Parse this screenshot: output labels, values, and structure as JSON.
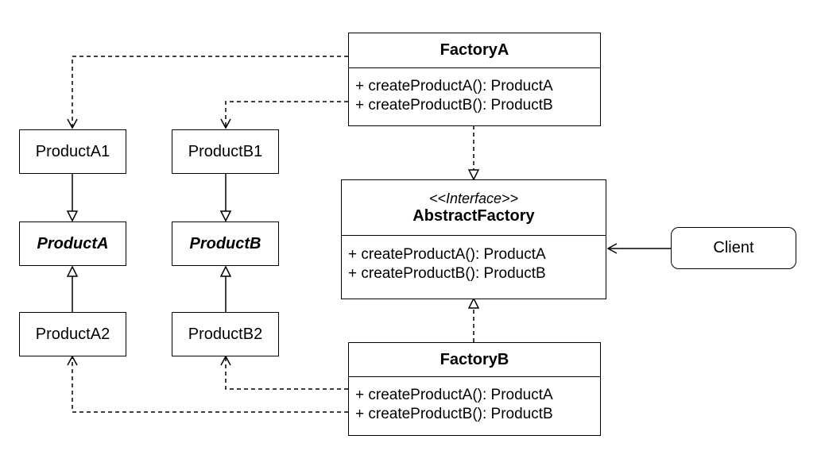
{
  "factory_a": {
    "name": "FactoryA",
    "operations": [
      "+ createProductA(): ProductA",
      "+ createProductB(): ProductB"
    ]
  },
  "factory_b": {
    "name": "FactoryB",
    "operations": [
      "+ createProductA(): ProductA",
      "+ createProductB(): ProductB"
    ]
  },
  "abstract_factory": {
    "stereotype": "<<Interface>>",
    "name": "AbstractFactory",
    "operations": [
      "+ createProductA(): ProductA",
      "+ createProductB(): ProductB"
    ]
  },
  "client": {
    "name": "Client"
  },
  "products": {
    "product_a1": "ProductA1",
    "product_a": "ProductA",
    "product_a2": "ProductA2",
    "product_b1": "ProductB1",
    "product_b": "ProductB",
    "product_b2": "ProductB2"
  },
  "colors": {
    "stroke": "#000000",
    "background": "#ffffff"
  }
}
